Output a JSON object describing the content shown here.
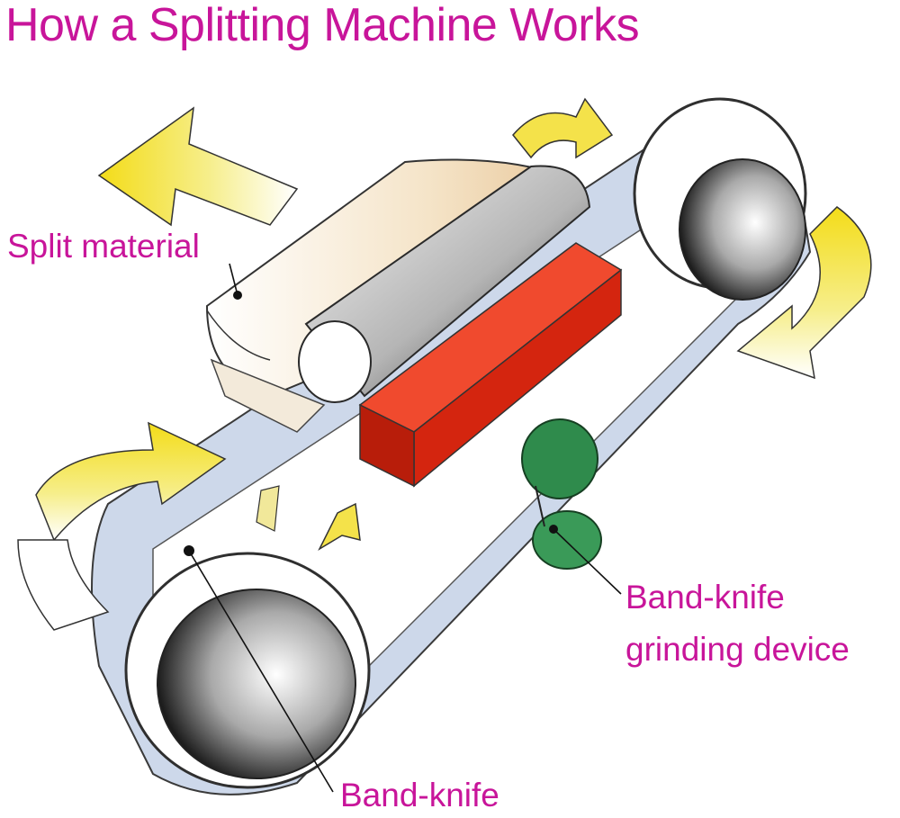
{
  "colors": {
    "title": "#c8159a",
    "label": "#c8159a",
    "arrow_fill": "#f3e85a",
    "belt": "#cdd8ea",
    "knife_block": "#e8301e",
    "grinder": "#2f8b4c"
  },
  "title": "How a Splitting Machine Works",
  "labels": {
    "split_material": "Split material",
    "band_knife_grinding_line1": "Band-knife",
    "band_knife_grinding_line2": "grinding device",
    "band_knife": "Band-knife"
  },
  "icons": [
    "motion-arrow-icon",
    "rotation-arrow-icon"
  ]
}
